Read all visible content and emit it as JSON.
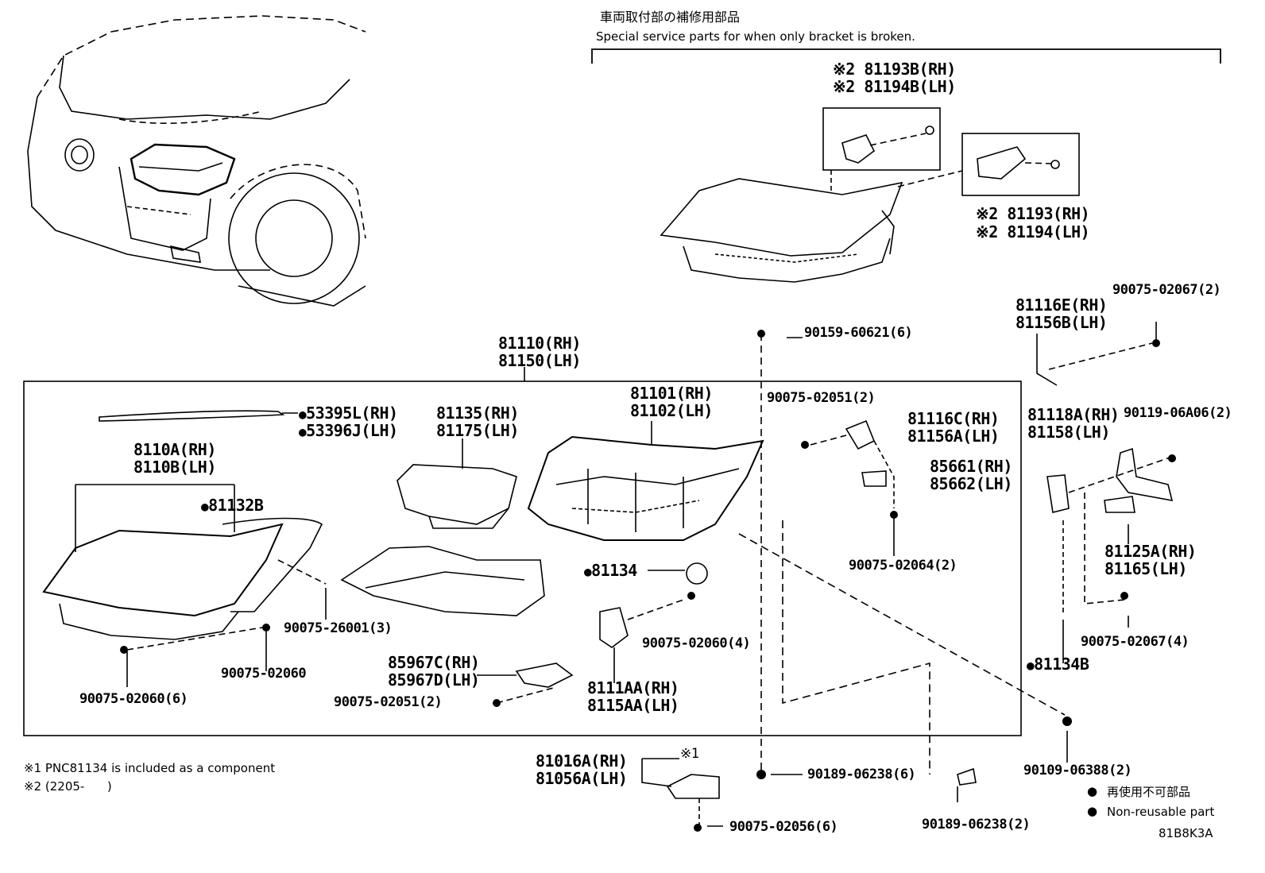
{
  "header": {
    "jp": "車両取付部の補修用部品",
    "en": "Special service parts for when only bracket is broken."
  },
  "labels": {
    "p81193B": "※2 81193B(RH)",
    "p81194B": "※2 81194B(LH)",
    "p81193": "※2 81193(RH)",
    "p81194": "※2 81194(LH)",
    "p90075_02067_2": "90075-02067(2)",
    "p81116E": "81116E(RH)",
    "p81156B": "81156B(LH)",
    "p90159": "90159-60621(6)",
    "p81110": "81110(RH)",
    "p81150": "81150(LH)",
    "p90075_02051_2a": "90075-02051(2)",
    "p81101": "81101(RH)",
    "p81102": "81102(LH)",
    "p81116C": "81116C(RH)",
    "p81156A": "81156A(LH)",
    "p81118A": "81118A(RH)",
    "p81158": "81158(LH)",
    "p90119": "90119-06A06(2)",
    "p53395L": "53395L(RH)",
    "p53396J": "53396J(LH)",
    "p81135": "81135(RH)",
    "p81175": "81175(LH)",
    "p85661": "85661(RH)",
    "p85662": "85662(LH)",
    "p8110A": "8110A(RH)",
    "p8110B": "8110B(LH)",
    "p81132B": "81132B",
    "p81134": "81134",
    "p90075_02064": "90075-02064(2)",
    "p81125A": "81125A(RH)",
    "p81165": "81165(LH)",
    "p90075_26001": "90075-26001(3)",
    "p90075_02060_4": "90075-02060(4)",
    "p90075_02067_4": "90075-02067(4)",
    "p90075_02060": "90075-02060",
    "p81134B": "81134B",
    "p85967C": "85967C(RH)",
    "p85967D": "85967D(LH)",
    "p8111AA": "8111AA(RH)",
    "p8115AA": "8115AA(LH)",
    "p90075_02060_6": "90075-02060(6)",
    "p90075_02051_2b": "90075-02051(2)",
    "p81016A": "81016A(RH)",
    "p81056A": "81056A(LH)",
    "mark1": "※1",
    "p90189_6": "90189-06238(6)",
    "p90109": "90109-06388(2)",
    "p90189_2": "90189-06238(2)",
    "p90075_02056": "90075-02056(6)"
  },
  "notes": {
    "n1": "※1 PNC81134 is included as a component",
    "n2": "※2 (2205-      )"
  },
  "legend": {
    "jp": "再使用不可部品",
    "en": "Non-reusable part"
  },
  "code": "81B8K3A"
}
